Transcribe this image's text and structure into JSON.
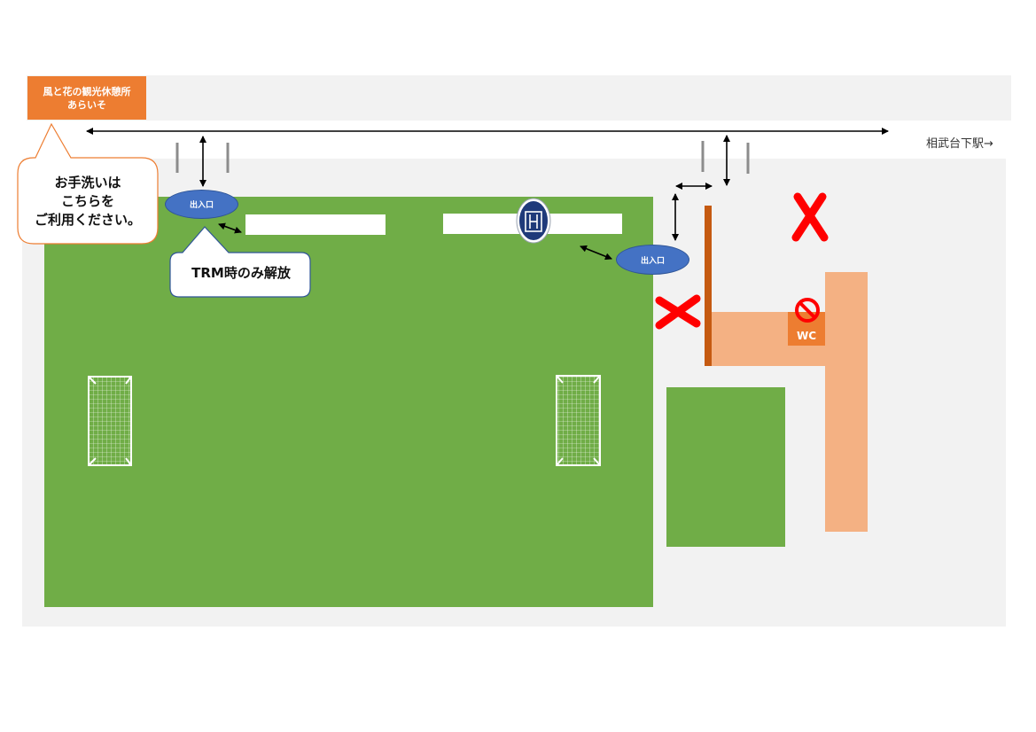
{
  "rest_area": {
    "line1": "風と花の観光休憩所",
    "line2": "あらいそ"
  },
  "station": "相武台下駅→",
  "callout_wash": {
    "line1": "お手洗いは",
    "line2": "こちらを",
    "line3": "ご利用ください。"
  },
  "callout_trm": "TRM時のみ解放",
  "entrance_1": "出入口",
  "entrance_2": "出入口",
  "wc_label": "WC",
  "colors": {
    "field": "#70ad47",
    "background": "#f2f2f2",
    "entrance": "#4472c4",
    "building": "#f4b183",
    "accent": "#ed7d31",
    "fence": "#c55a11",
    "forbidden": "#ff0000"
  }
}
